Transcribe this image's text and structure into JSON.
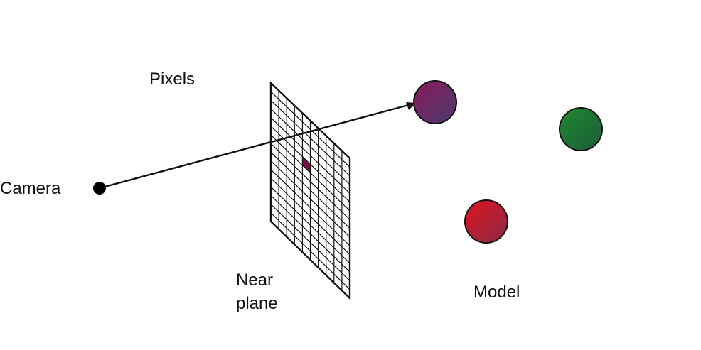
{
  "labels": {
    "camera": "Camera",
    "pixels": "Pixels",
    "near_plane_line1": "Near",
    "near_plane_line2": "plane",
    "model": "Model"
  },
  "grid": {
    "columns": 10,
    "rows": 16,
    "highlighted_cell": {
      "column": 4,
      "row": 5
    }
  },
  "colors": {
    "stroke": "#111111",
    "highlight": "#7a0a4a",
    "sphere_purple": [
      "#8a1a5a",
      "#4a3a6e"
    ],
    "sphere_green": [
      "#1f8a2e",
      "#1e5a3a"
    ],
    "sphere_red": [
      "#e0141e",
      "#8a2a4a"
    ]
  }
}
